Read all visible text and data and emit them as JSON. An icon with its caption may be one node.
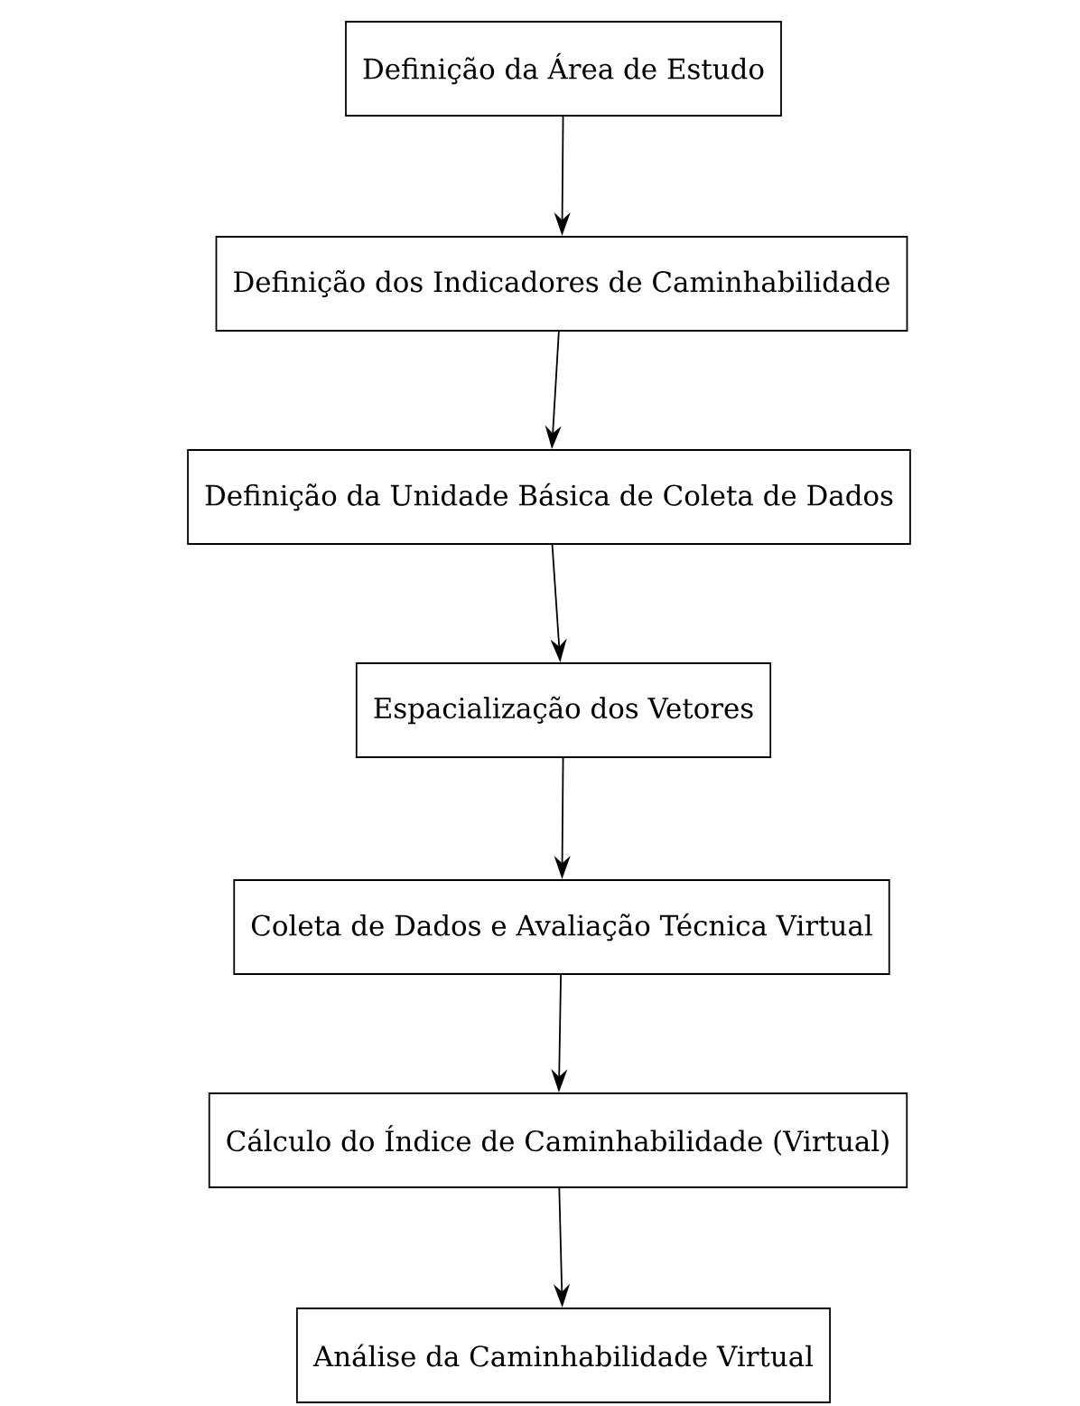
{
  "diagram": {
    "nodes": [
      {
        "text": [
          "Definição da Área de Estudo"
        ]
      },
      {
        "text": [
          "Definição dos Indicadores de Caminhabilidade"
        ]
      },
      {
        "text": [
          "Definição da Unidade Básica de Coleta de Dados"
        ]
      },
      {
        "text": [
          "Espacialização dos Vetores"
        ]
      },
      {
        "text": [
          "Coleta de Dados e Avaliação Técnica Virtual"
        ]
      },
      {
        "text": [
          "Cálculo do Índice de Caminhabilidade (Virtual)"
        ]
      },
      {
        "text": [
          "Análise da Caminhabilidade Virtual"
        ]
      }
    ],
    "edges": [
      {
        "from": 0,
        "to": 1,
        "arrow": "to"
      },
      {
        "from": 1,
        "to": 2,
        "arrow": "to"
      },
      {
        "from": 2,
        "to": 3,
        "arrow": "to"
      },
      {
        "from": 3,
        "to": 4,
        "arrow": "to"
      },
      {
        "from": 4,
        "to": 5,
        "arrow": "to"
      },
      {
        "from": 5,
        "to": 6,
        "arrow": "to"
      }
    ]
  }
}
